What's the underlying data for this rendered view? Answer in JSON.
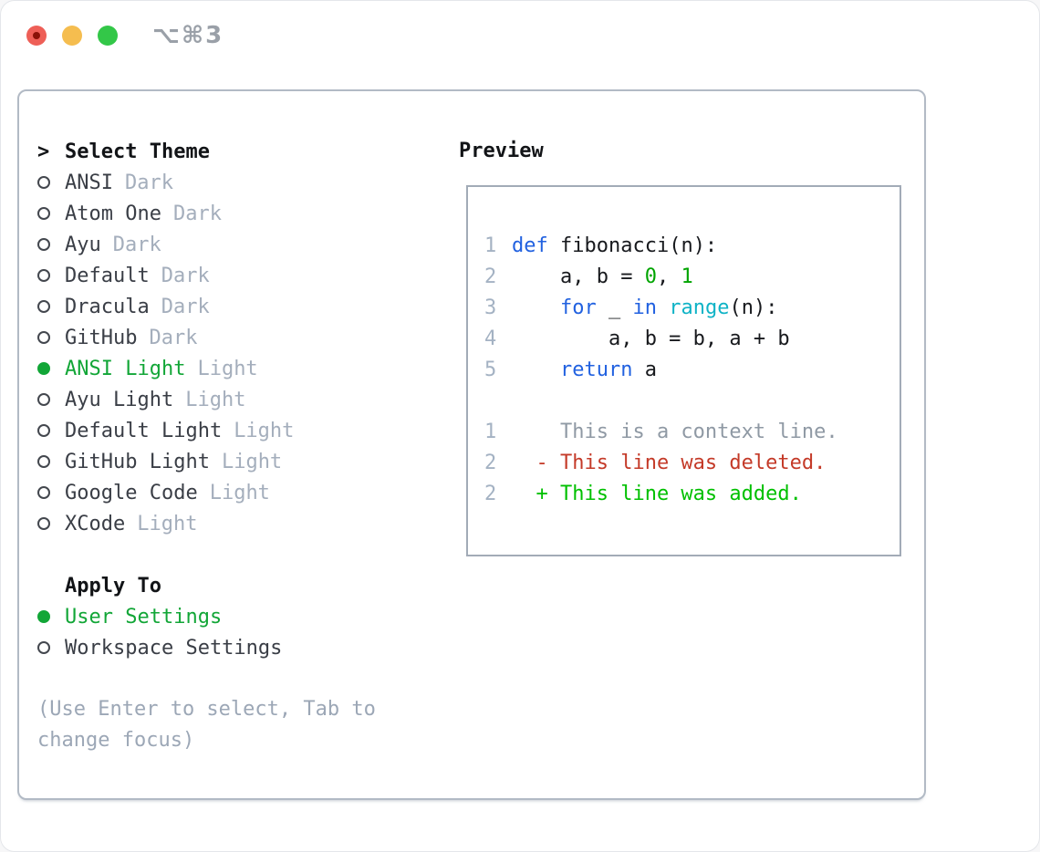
{
  "window": {
    "title": "⌥⌘3"
  },
  "theme_selector": {
    "header_marker": ">",
    "header": "Select Theme",
    "items": [
      {
        "name": "ANSI",
        "variant": "Dark",
        "selected": false
      },
      {
        "name": "Atom One",
        "variant": "Dark",
        "selected": false
      },
      {
        "name": "Ayu",
        "variant": "Dark",
        "selected": false
      },
      {
        "name": "Default",
        "variant": "Dark",
        "selected": false
      },
      {
        "name": "Dracula",
        "variant": "Dark",
        "selected": false
      },
      {
        "name": "GitHub",
        "variant": "Dark",
        "selected": false
      },
      {
        "name": "ANSI Light",
        "variant": "Light",
        "selected": true
      },
      {
        "name": "Ayu Light",
        "variant": "Light",
        "selected": false
      },
      {
        "name": "Default Light",
        "variant": "Light",
        "selected": false
      },
      {
        "name": "GitHub Light",
        "variant": "Light",
        "selected": false
      },
      {
        "name": "Google Code",
        "variant": "Light",
        "selected": false
      },
      {
        "name": "XCode",
        "variant": "Light",
        "selected": false
      }
    ]
  },
  "apply_to": {
    "header": "Apply To",
    "options": [
      {
        "label": "User Settings",
        "selected": true
      },
      {
        "label": "Workspace Settings",
        "selected": false
      }
    ]
  },
  "hint": "(Use Enter to select, Tab to change focus)",
  "preview": {
    "title": "Preview",
    "lines": [
      {
        "num": "1",
        "tokens": [
          {
            "text": "def",
            "style": "keyword"
          },
          {
            "text": " fibonacci(n):",
            "style": "plain"
          }
        ]
      },
      {
        "num": "2",
        "tokens": [
          {
            "text": "    a, b = ",
            "style": "plain"
          },
          {
            "text": "0",
            "style": "number"
          },
          {
            "text": ", ",
            "style": "plain"
          },
          {
            "text": "1",
            "style": "number"
          }
        ]
      },
      {
        "num": "3",
        "tokens": [
          {
            "text": "    ",
            "style": "plain"
          },
          {
            "text": "for",
            "style": "keyword"
          },
          {
            "text": " _ ",
            "style": "plain"
          },
          {
            "text": "in",
            "style": "keyword"
          },
          {
            "text": " ",
            "style": "plain"
          },
          {
            "text": "range",
            "style": "function"
          },
          {
            "text": "(n):",
            "style": "plain"
          }
        ]
      },
      {
        "num": "4",
        "tokens": [
          {
            "text": "        a, b = b, a + b",
            "style": "plain"
          }
        ]
      },
      {
        "num": "5",
        "tokens": [
          {
            "text": "    ",
            "style": "plain"
          },
          {
            "text": "return",
            "style": "keyword"
          },
          {
            "text": " a",
            "style": "plain"
          }
        ]
      },
      {
        "num": "",
        "tokens": []
      },
      {
        "num": "1",
        "tokens": [
          {
            "text": "    This is a context line.",
            "style": "context"
          }
        ]
      },
      {
        "num": "2",
        "tokens": [
          {
            "text": "  - This line was deleted.",
            "style": "deleted"
          }
        ]
      },
      {
        "num": "2",
        "tokens": [
          {
            "text": "  + This line was added.",
            "style": "added"
          }
        ]
      }
    ]
  },
  "colors": {
    "keyword_blue": "#2161e0",
    "function_cyan": "#0fb3c6",
    "number_green": "#00a400",
    "plain_text": "#17191d",
    "context_gray": "#8f99a4",
    "deleted_red": "#c43a28",
    "added_green": "#00c000",
    "selection_green": "#12a637",
    "line_number_gray": "#a4b2c3",
    "item_text": "#3a3e46",
    "header_text": "#121417",
    "variant_gray": "#a4aebc",
    "hint_gray": "#9ca7b6",
    "panel_border": "#b2bac5",
    "preview_border": "#a2abb7",
    "radio_outline": "#43474e",
    "traffic_red": "#ee5f57",
    "traffic_red_dot": "#8a1208",
    "traffic_yellow": "#f5bd4f",
    "traffic_green": "#33c748",
    "window_title_gray": "#9aa0a8"
  }
}
